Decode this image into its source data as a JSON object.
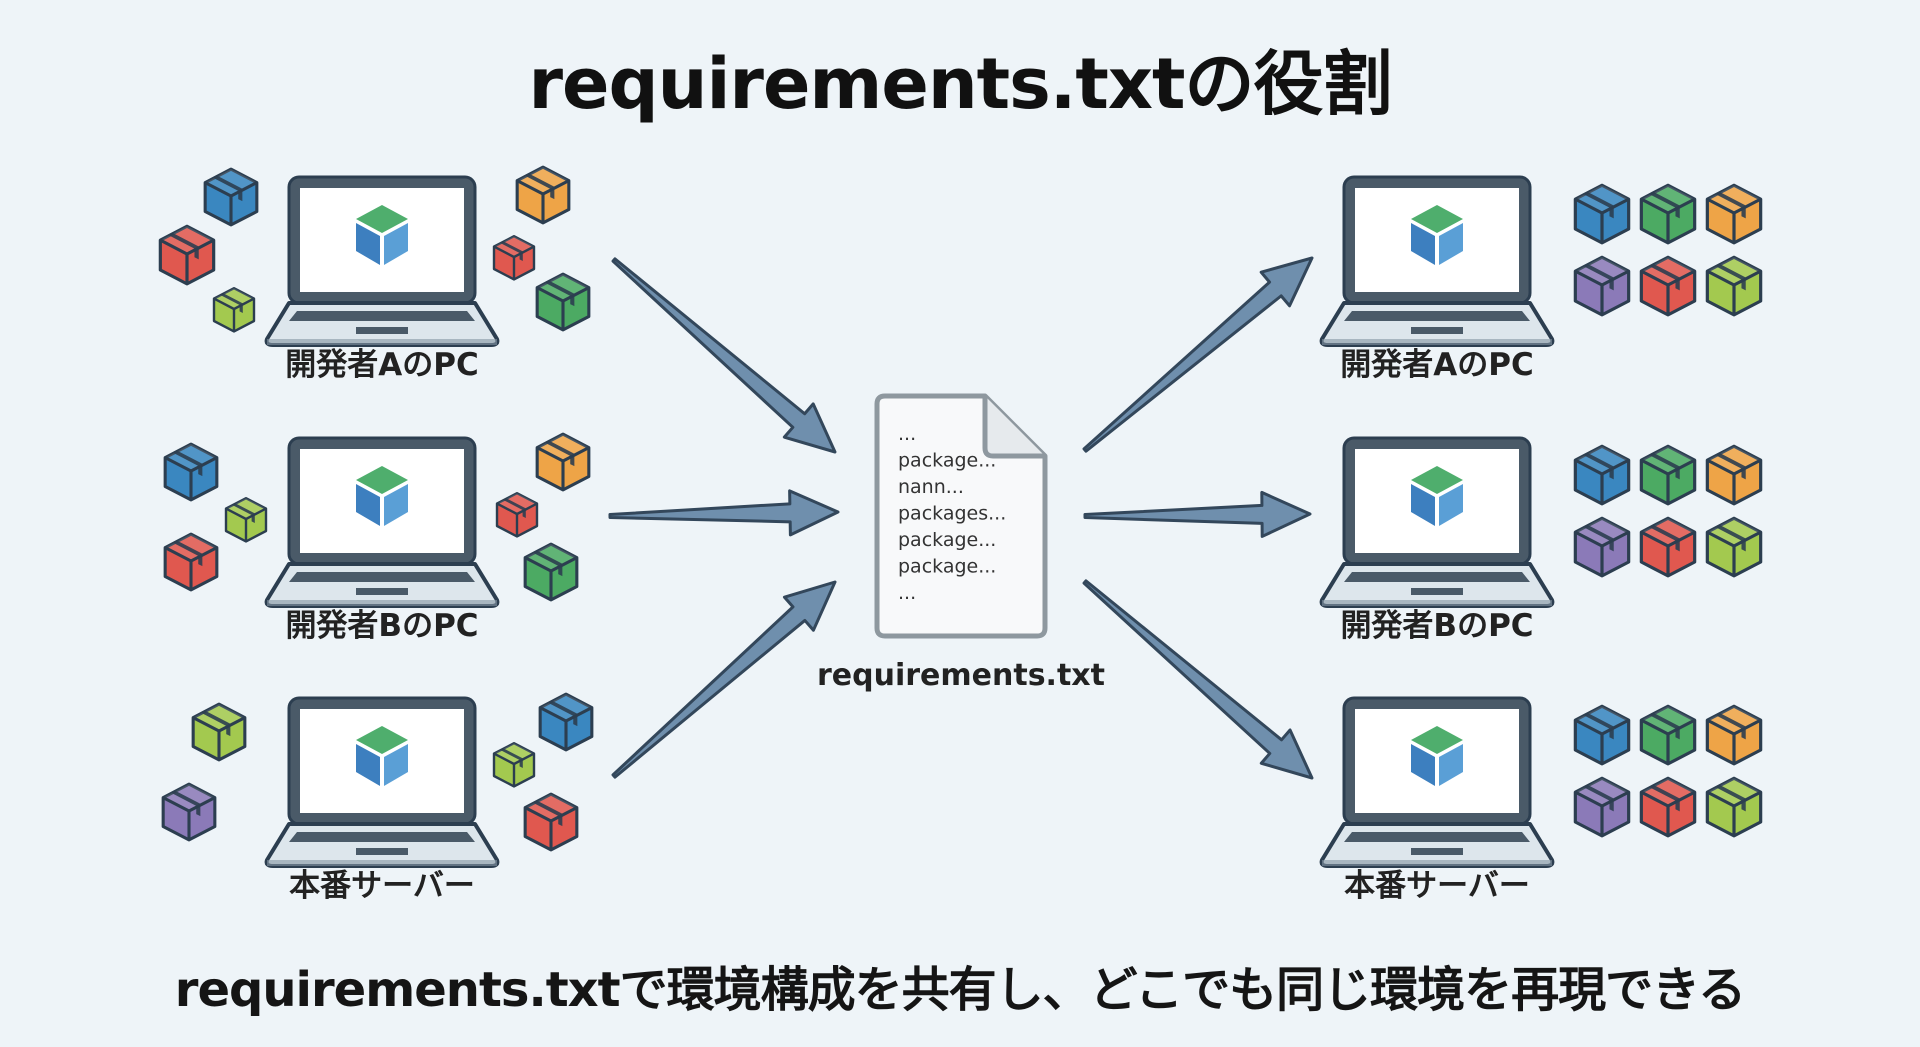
{
  "title": "requirements.txtの役割",
  "subtitle": "requirements.txtで環境構成を共有し、どこでも同じ環境を再現できる",
  "colors": {
    "background": "#eef4f8",
    "outline": "#2c3e50",
    "laptop_body": "#4a5a68",
    "laptop_base": "#dde6ec",
    "arrow_fill": "#6f8fad",
    "arrow_stroke": "#33475b",
    "package_blue": "#3a87c0",
    "package_green": "#4caa63",
    "package_orange": "#eea447",
    "package_purple": "#8b7ab8",
    "package_red": "#e0584f",
    "package_lime": "#a3c94f"
  },
  "left_nodes": [
    {
      "label": "開発者AのPC",
      "packages": [
        "blue",
        "red",
        "lime",
        "orange",
        "red",
        "green"
      ],
      "state": "inconsistent"
    },
    {
      "label": "開発者BのPC",
      "packages": [
        "blue",
        "lime",
        "red",
        "orange",
        "red",
        "green"
      ],
      "state": "inconsistent"
    },
    {
      "label": "本番サーバー",
      "packages": [
        "lime",
        "purple",
        "blue",
        "lime",
        "red"
      ],
      "state": "inconsistent"
    }
  ],
  "center_file": {
    "name": "requirements.txt",
    "lines": [
      "...",
      "package...",
      "nann...",
      "packages...",
      "package...",
      "package...",
      "..."
    ]
  },
  "right_nodes": [
    {
      "label": "開発者AのPC",
      "packages": [
        "blue",
        "green",
        "orange",
        "purple",
        "red",
        "lime"
      ],
      "state": "consistent"
    },
    {
      "label": "開発者BのPC",
      "packages": [
        "blue",
        "green",
        "orange",
        "purple",
        "red",
        "lime"
      ],
      "state": "consistent"
    },
    {
      "label": "本番サーバー",
      "packages": [
        "blue",
        "green",
        "orange",
        "purple",
        "red",
        "lime"
      ],
      "state": "consistent"
    }
  ]
}
